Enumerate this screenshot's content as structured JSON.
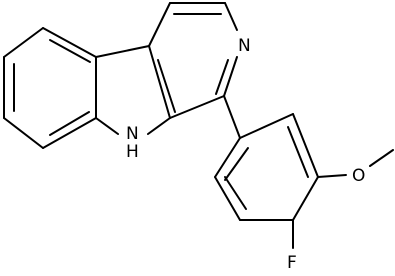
{
  "atoms": {
    "n_pyridine": "N",
    "nh_indole": "N",
    "h_indole": "H",
    "o_methoxy": "O",
    "f": "F"
  }
}
